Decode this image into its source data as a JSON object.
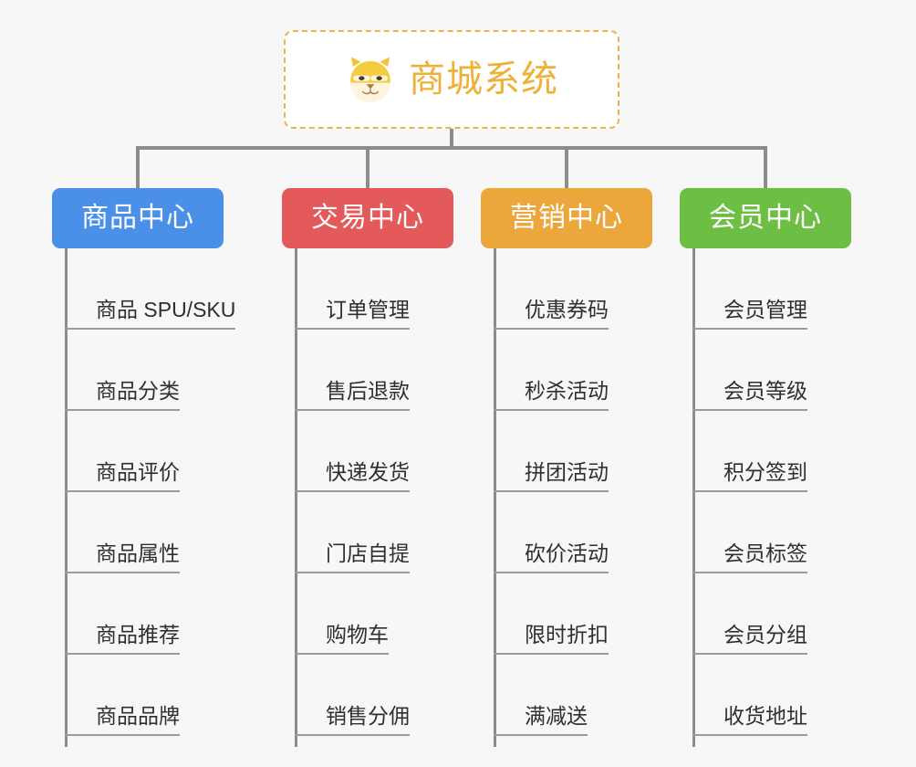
{
  "diagram": {
    "type": "mind-map",
    "title": "商城系统",
    "root": {
      "label": "商城系统",
      "icon": "shiba-dog-face-icon",
      "border_color": "#edb24a",
      "text_color": "#efb036"
    },
    "connector_color": "#8c8c8c",
    "background_color": "#f7f7f7",
    "branches": [
      {
        "label": "商品中心",
        "color": "#4a90e8",
        "items": [
          "商品 SPU/SKU",
          "商品分类",
          "商品评价",
          "商品属性",
          "商品推荐",
          "商品品牌"
        ]
      },
      {
        "label": "交易中心",
        "color": "#e4595a",
        "items": [
          "订单管理",
          "售后退款",
          "快递发货",
          "门店自提",
          "购物车",
          "销售分佣"
        ]
      },
      {
        "label": "营销中心",
        "color": "#eba63c",
        "items": [
          "优惠券码",
          "秒杀活动",
          "拼团活动",
          "砍价活动",
          "限时折扣",
          "满减送"
        ]
      },
      {
        "label": "会员中心",
        "color": "#6cbf43",
        "items": [
          "会员管理",
          "会员等级",
          "积分签到",
          "会员标签",
          "会员分组",
          "收货地址"
        ]
      }
    ]
  }
}
